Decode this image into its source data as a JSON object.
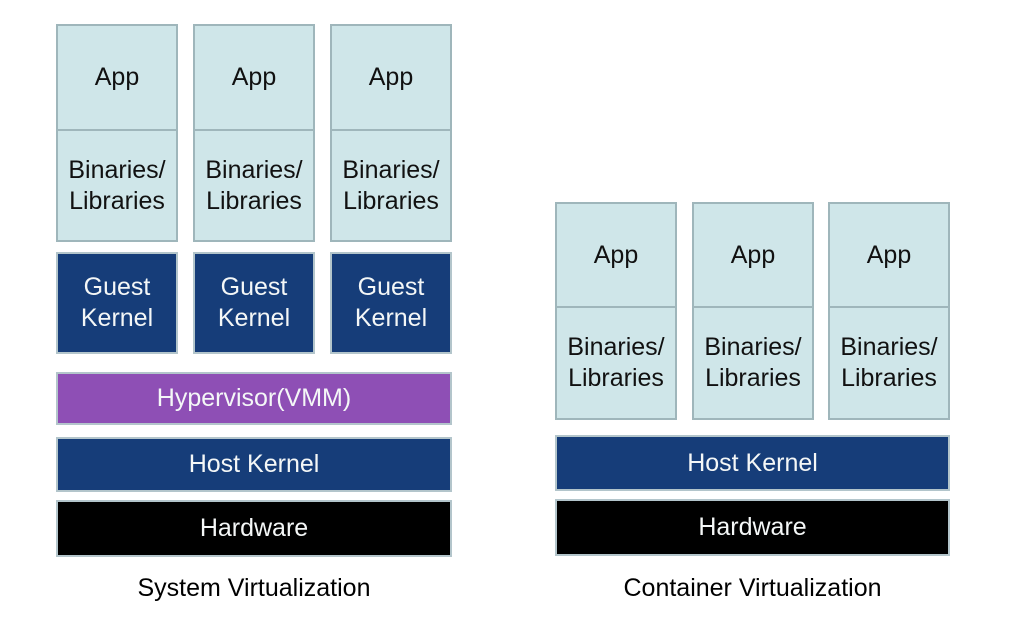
{
  "colors": {
    "light_box_fill": "#cfe6e9",
    "light_box_border": "#9fb6bb",
    "dark_blue": "#163d79",
    "dark_box_border": "#b3c5cb",
    "purple": "#8e4fb5",
    "hardware_black": "#000000",
    "light_text": "#f4f7f7"
  },
  "left": {
    "caption": "System Virtualization",
    "columns": [
      {
        "app": "App",
        "binaries": [
          "Binaries/",
          "Libraries"
        ],
        "kernel": [
          "Guest",
          "Kernel"
        ]
      },
      {
        "app": "App",
        "binaries": [
          "Binaries/",
          "Libraries"
        ],
        "kernel": [
          "Guest",
          "Kernel"
        ]
      },
      {
        "app": "App",
        "binaries": [
          "Binaries/",
          "Libraries"
        ],
        "kernel": [
          "Guest",
          "Kernel"
        ]
      }
    ],
    "hypervisor": "Hypervisor(VMM)",
    "host_kernel": "Host Kernel",
    "hardware": "Hardware"
  },
  "right": {
    "caption": "Container Virtualization",
    "columns": [
      {
        "app": "App",
        "binaries": [
          "Binaries/",
          "Libraries"
        ]
      },
      {
        "app": "App",
        "binaries": [
          "Binaries/",
          "Libraries"
        ]
      },
      {
        "app": "App",
        "binaries": [
          "Binaries/",
          "Libraries"
        ]
      }
    ],
    "host_kernel": "Host Kernel",
    "hardware": "Hardware"
  }
}
